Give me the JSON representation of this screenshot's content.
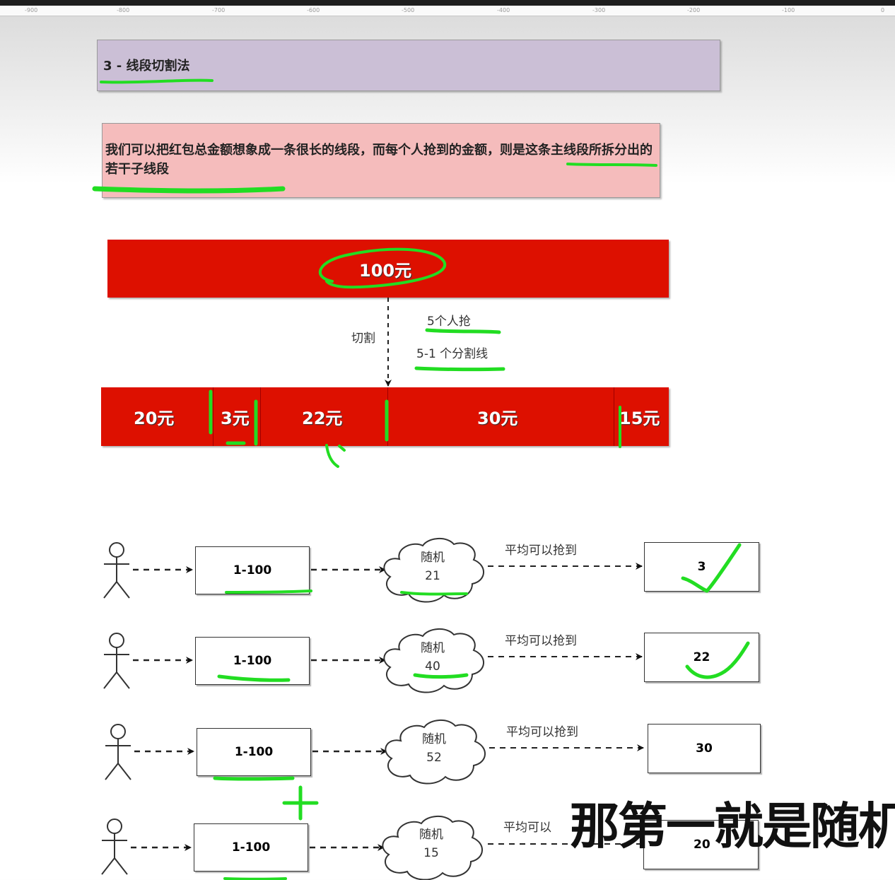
{
  "ruler": {
    "ticks": [
      "-900",
      "-800",
      "-700",
      "-600",
      "-500",
      "-400",
      "-300",
      "-200",
      "-100",
      "0"
    ]
  },
  "title": {
    "text": "3 - 线段切割法"
  },
  "description": {
    "text": "我们可以把红包总金额想象成一条很长的线段，而每个人抢到的金额，则是这条主线段所拆分出的若干子线段"
  },
  "total_bar": {
    "label": "100元",
    "color": "#dd1000"
  },
  "cut": {
    "label": "切割",
    "note1": "5个人抢",
    "note2": "5-1 个分割线"
  },
  "segments": [
    {
      "label": "20元"
    },
    {
      "label": "3元"
    },
    {
      "label": "22元"
    },
    {
      "label": "30元"
    },
    {
      "label": "15元"
    }
  ],
  "rows": [
    {
      "range": "1-100",
      "cloud_title": "随机",
      "cloud_value": "21",
      "arrow_label": "平均可以抢到",
      "result": "3"
    },
    {
      "range": "1-100",
      "cloud_title": "随机",
      "cloud_value": "40",
      "arrow_label": "平均可以抢到",
      "result": "22"
    },
    {
      "range": "1-100",
      "cloud_title": "随机",
      "cloud_value": "52",
      "arrow_label": "平均可以抢到",
      "result": "30"
    },
    {
      "range": "1-100",
      "cloud_title": "随机",
      "cloud_value": "15",
      "arrow_label": "平均可以",
      "result": "20"
    }
  ],
  "caption": {
    "text": "那第一就是随机"
  },
  "colors": {
    "annotation": "#22dd22",
    "title_bg": "#cbbfd6",
    "desc_bg": "#f5bcbc"
  }
}
